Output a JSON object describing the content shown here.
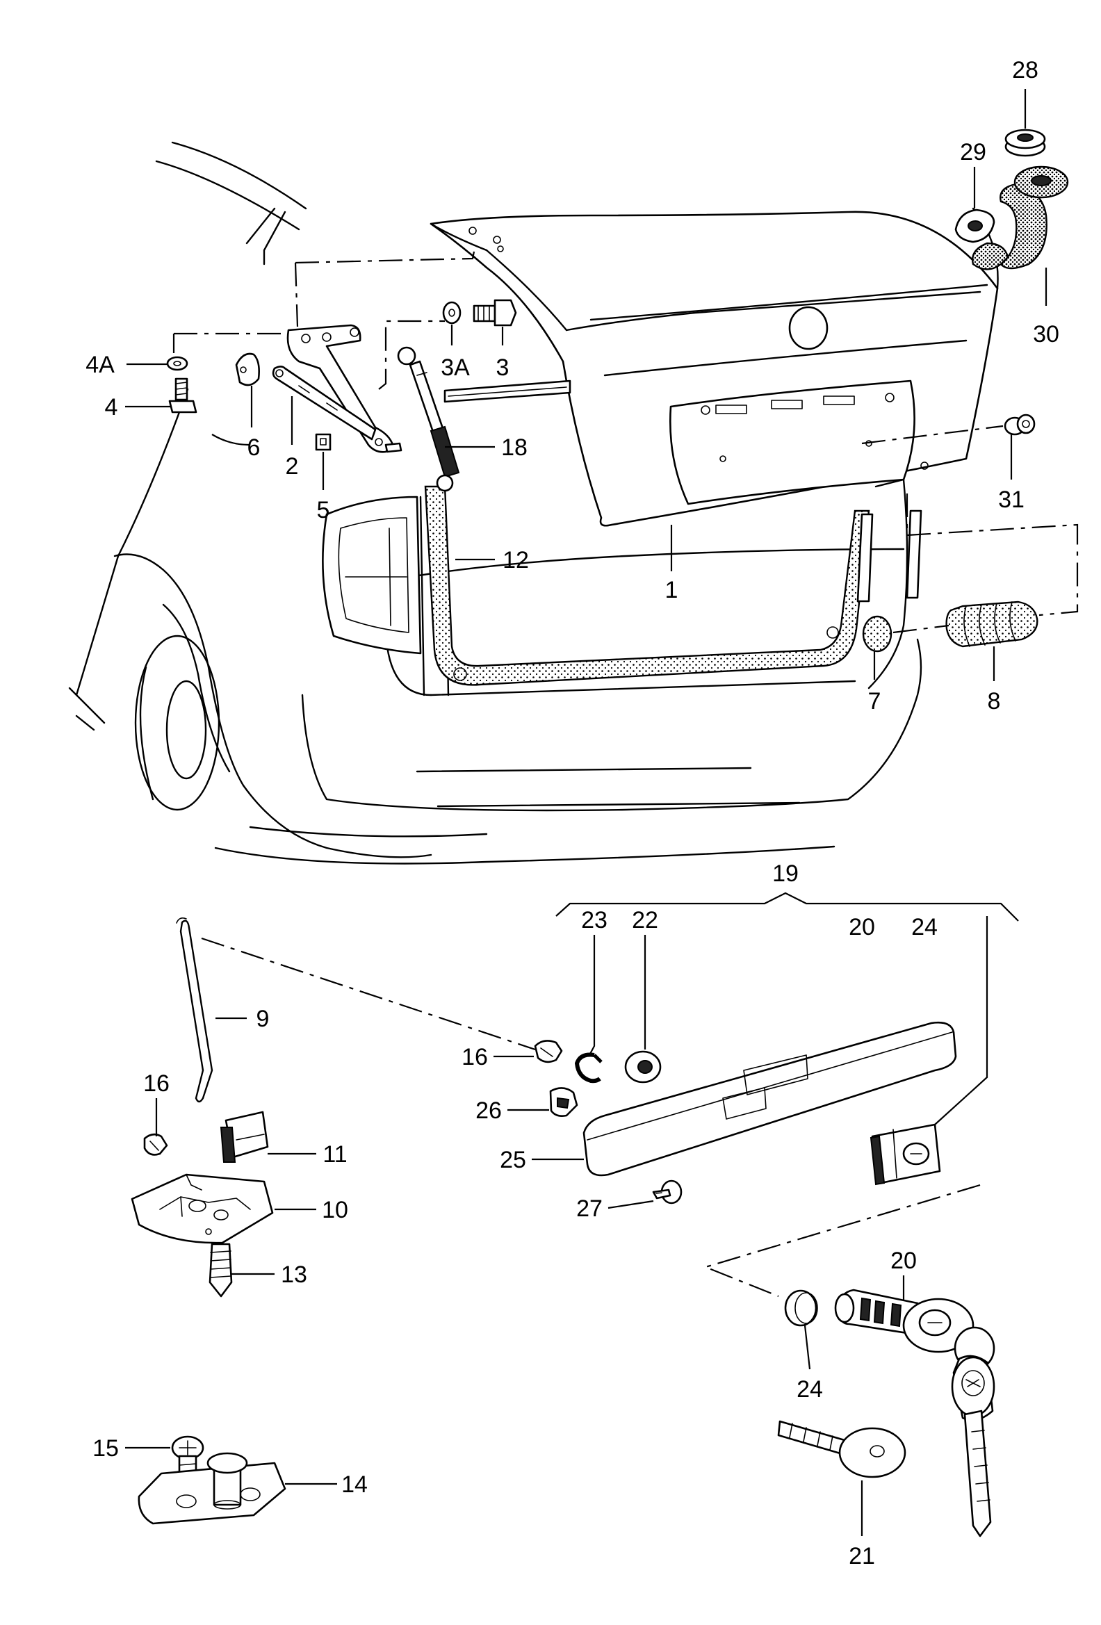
{
  "callouts": [
    {
      "id": "c1",
      "label": "1"
    },
    {
      "id": "c2",
      "label": "2"
    },
    {
      "id": "c3",
      "label": "3"
    },
    {
      "id": "c3a",
      "label": "3A"
    },
    {
      "id": "c4",
      "label": "4"
    },
    {
      "id": "c4a",
      "label": "4A"
    },
    {
      "id": "c5",
      "label": "5"
    },
    {
      "id": "c6",
      "label": "6"
    },
    {
      "id": "c7",
      "label": "7"
    },
    {
      "id": "c8",
      "label": "8"
    },
    {
      "id": "c9",
      "label": "9"
    },
    {
      "id": "c10",
      "label": "10"
    },
    {
      "id": "c11",
      "label": "11"
    },
    {
      "id": "c12",
      "label": "12"
    },
    {
      "id": "c13",
      "label": "13"
    },
    {
      "id": "c14",
      "label": "14"
    },
    {
      "id": "c15",
      "label": "15"
    },
    {
      "id": "c16a",
      "label": "16"
    },
    {
      "id": "c16b",
      "label": "16"
    },
    {
      "id": "c18",
      "label": "18"
    },
    {
      "id": "c19",
      "label": "19"
    },
    {
      "id": "c20a",
      "label": "20"
    },
    {
      "id": "c20b",
      "label": "20"
    },
    {
      "id": "c21",
      "label": "21"
    },
    {
      "id": "c22",
      "label": "22"
    },
    {
      "id": "c23",
      "label": "23"
    },
    {
      "id": "c24a",
      "label": "24"
    },
    {
      "id": "c24b",
      "label": "24"
    },
    {
      "id": "c25",
      "label": "25"
    },
    {
      "id": "c26",
      "label": "26"
    },
    {
      "id": "c27",
      "label": "27"
    },
    {
      "id": "c28",
      "label": "28"
    },
    {
      "id": "c29",
      "label": "29"
    },
    {
      "id": "c30",
      "label": "30"
    },
    {
      "id": "c31",
      "label": "31"
    }
  ]
}
